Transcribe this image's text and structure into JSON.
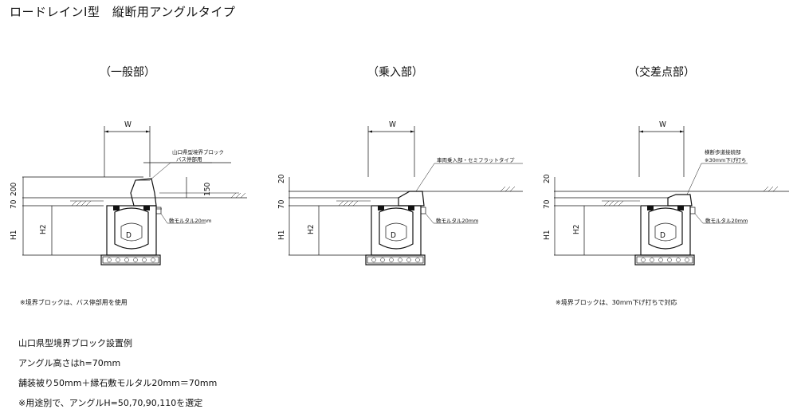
{
  "title": "ロードレインⅠ型　縦断用アングルタイプ",
  "sections": [
    {
      "id": "general",
      "title": "（一般部）",
      "dims": {
        "w": "W",
        "top_a": "200",
        "top_b": "70",
        "left_b": "150",
        "h1": "H1",
        "h2": "H2",
        "d": "D"
      },
      "labels": [
        "山口県型境界ブロック",
        "バス停部用",
        "敷モルタル20mm"
      ]
    },
    {
      "id": "entrance",
      "title": "（乗入部）",
      "dims": {
        "w": "W",
        "top_a": "20",
        "top_b": "70",
        "h1": "H1",
        "h2": "H2",
        "d": "D"
      },
      "labels": [
        "車両乗入部・セミフラットタイプ",
        "敷モルタル20mm"
      ]
    },
    {
      "id": "intersection",
      "title": "（交差点部）",
      "dims": {
        "w": "W",
        "top_a": "20",
        "top_b": "70",
        "h1": "H1",
        "h2": "H2",
        "d": "D"
      },
      "labels": [
        "横断歩道接続部",
        "※30mm下げ打ち",
        "敷モルタル20mm"
      ]
    }
  ],
  "section_notes": {
    "general": "※境界ブロックは、バス停部用を使用",
    "intersection": "※境界ブロックは、30mm下げ打ちで対応"
  },
  "notes": [
    "山口県型境界ブロック設置例",
    "アングル高さはh=70mm",
    "舗装被り50mm＋縁石敷モルタル20mm＝70mm",
    "※用途別で、アングルH=50,70,90,110を選定"
  ]
}
